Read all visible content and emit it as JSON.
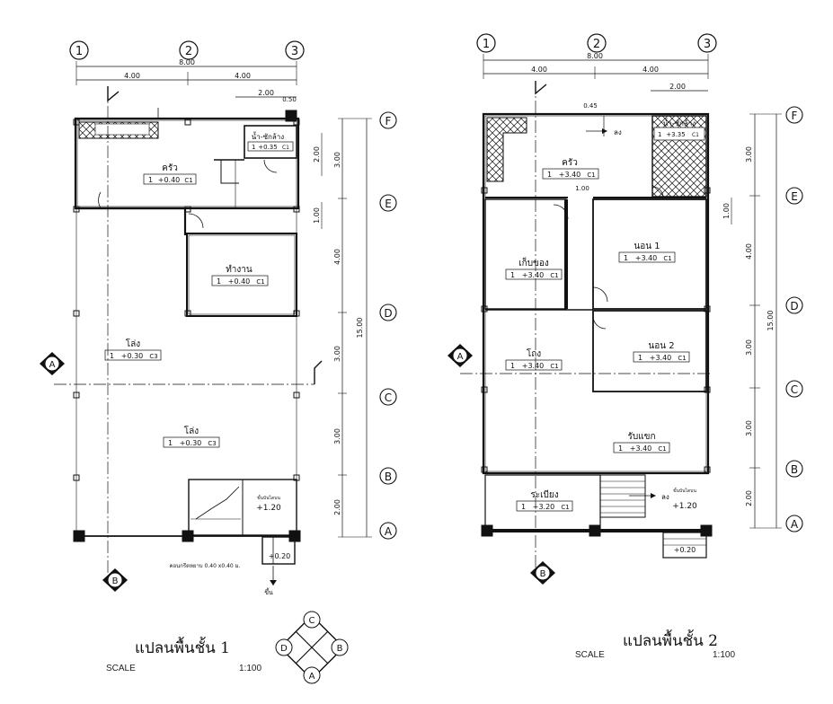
{
  "plan1": {
    "grid_cols": [
      "1",
      "2",
      "3"
    ],
    "grid_rows": [
      "F",
      "E",
      "D",
      "C",
      "B",
      "A"
    ],
    "dim_total": "8.00",
    "dim_bay_left": "4.00",
    "dim_bay_right": "4.00",
    "dim_top_2": "2.00",
    "dim_small": "0.50",
    "dim_v_total": "15.00",
    "dim_v": [
      "3.00",
      "4.00",
      "3.00",
      "3.00",
      "2.00"
    ],
    "dim_inner_2": "2.00",
    "dim_inner_1": "1.00",
    "rooms": [
      {
        "name": "ครัว",
        "level": "+0.40",
        "code": "C1"
      },
      {
        "name": "น้ำ-ซักล้าง",
        "level": "+0.35",
        "code": "C1"
      },
      {
        "name": "ทำงาน",
        "level": "+0.40",
        "code": "C1"
      },
      {
        "name": "โล่ง",
        "level": "+0.30",
        "code": "C3"
      },
      {
        "name": "โล่ง",
        "level": "+0.30",
        "code": "C3"
      }
    ],
    "room_num": "1",
    "stair_label": "ขั้นบันไดบน",
    "stair_level": "+1.20",
    "entry_level": "+0.20",
    "up_text": "ขึ้น",
    "note": "คอนกรีตหยาบ 0.40 x0.40 ม.",
    "section_a": "A",
    "section_b": "B",
    "title": "แปลนพื้นชั้น 1",
    "scale_label": "SCALE",
    "scale_value": "1:100"
  },
  "plan2": {
    "grid_cols": [
      "1",
      "2",
      "3"
    ],
    "grid_rows": [
      "F",
      "E",
      "D",
      "C",
      "B",
      "A"
    ],
    "dim_total": "8.00",
    "dim_bay_left": "4.00",
    "dim_bay_right": "4.00",
    "dim_top_2": "2.00",
    "dim_small": "0.45",
    "dim_door": "1.00",
    "dim_v_total": "15.00",
    "dim_v": [
      "3.00",
      "4.00",
      "3.00",
      "3.00",
      "2.00"
    ],
    "dim_inner_1": "1.00",
    "rooms": [
      {
        "name": "ครัว",
        "level": "+3.40",
        "code": "C1"
      },
      {
        "name": "น้ำ-ซักล้าง",
        "level": "+3.35",
        "code": "C1"
      },
      {
        "name": "นอน 1",
        "level": "+3.40",
        "code": "C1"
      },
      {
        "name": "เก็บของ",
        "level": "+3.40",
        "code": "C1"
      },
      {
        "name": "นอน 2",
        "level": "+3.40",
        "code": "C1"
      },
      {
        "name": "โถง",
        "level": "+3.40",
        "code": "C1"
      },
      {
        "name": "รับแขก",
        "level": "+3.40",
        "code": "C1"
      },
      {
        "name": "ระเบียง",
        "level": "+3.20",
        "code": "C1"
      }
    ],
    "room_num": "1",
    "stair_label": "ขั้นบันไดบน",
    "stair_level": "+1.20",
    "entry_level": "+0.20",
    "down_text": "ลง",
    "section_a": "A",
    "section_b": "B",
    "title": "แปลนพื้นชั้น 2",
    "scale_label": "SCALE",
    "scale_value": "1:100"
  },
  "section_key": {
    "top": "C",
    "left": "D",
    "right": "B",
    "bottom": "A"
  }
}
